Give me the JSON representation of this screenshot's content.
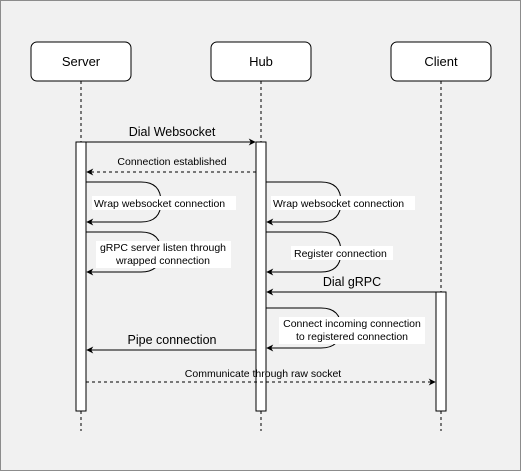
{
  "actors": {
    "server": "Server",
    "hub": "Hub",
    "client": "Client"
  },
  "messages": {
    "dial_websocket": "Dial Websocket",
    "connection_established": "Connection established",
    "server_wrap": "Wrap websocket connection",
    "hub_wrap": "Wrap websocket connection",
    "grpc_listen_line1": "gRPC server listen through",
    "grpc_listen_line2": "wrapped connection",
    "register_connection": "Register connection",
    "dial_grpc": "Dial gRPC",
    "connect_incoming_line1": "Connect incoming connection",
    "connect_incoming_line2": "to registered connection",
    "pipe_connection": "Pipe connection",
    "communicate": "Communicate through raw socket"
  }
}
